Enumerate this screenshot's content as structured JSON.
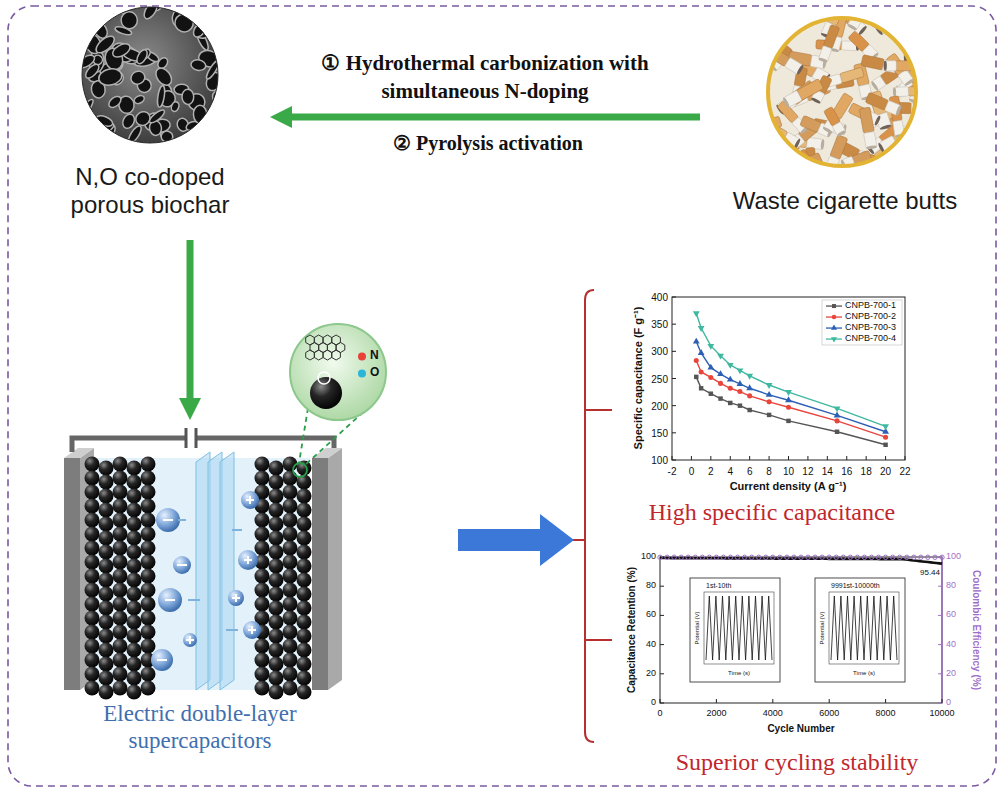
{
  "diagram": {
    "nodes": [
      {
        "text": [
          "N,O co-doped porous biochar"
        ]
      },
      {
        "text": [
          "Waste cigarette butts"
        ]
      },
      {
        "text": [
          "Electric double-layer supercapacitors"
        ]
      },
      {
        "text": [
          "High specific capacitance"
        ]
      },
      {
        "text": [
          "Superior cycling stability"
        ]
      }
    ],
    "edges": [
      {
        "from": 1,
        "to": 0,
        "arrow": "to",
        "label": "① Hydrothermal carbonization with simultaneous N-doping"
      },
      {
        "from": 0,
        "to": 2,
        "arrow": "to"
      },
      {
        "from": 2,
        "to": 3,
        "arrow": "none"
      },
      {
        "from": 2,
        "to": 4,
        "arrow": "none"
      }
    ],
    "labels": [
      "② Pyrolysis activation",
      "Specific capacitance (F g⁻¹)",
      "Current density (A g⁻¹)",
      "100",
      "150",
      "200",
      "250",
      "300",
      "350",
      "400",
      "-2",
      "0",
      "2",
      "4",
      "6",
      "8",
      "10",
      "12",
      "14",
      "16",
      "18",
      "20",
      "22",
      "Capacitance Retention (%)",
      "Coulombic Efficiency (%)",
      "Cycle Number",
      "0",
      "20",
      "40",
      "60",
      "80",
      "100",
      "0",
      "20",
      "40",
      "60",
      "80",
      "100",
      "0",
      "2000",
      "4000",
      "6000",
      "8000",
      "10000",
      "95.44",
      "1st-10th",
      "9991st-10000th",
      "Potential (V)",
      "Time (s)",
      "Potential (V)",
      "Time (s)"
    ],
    "legend": [
      {
        "text": "N",
        "color": "#e8413a"
      },
      {
        "text": "O",
        "color": "#2bb5d8"
      },
      {
        "text": "CNPB-700-1"
      },
      {
        "text": "CNPB-700-2"
      },
      {
        "text": "CNPB-700-3"
      },
      {
        "text": "CNPB-700-4"
      }
    ]
  }
}
